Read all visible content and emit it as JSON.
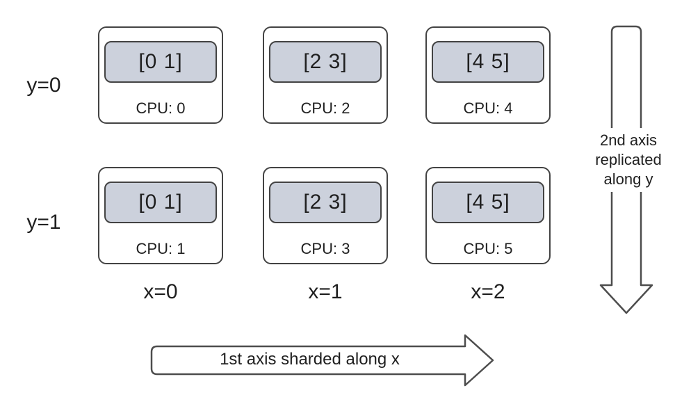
{
  "diagram": {
    "grid": {
      "rows": [
        {
          "label": "y=0",
          "cells": [
            {
              "shard": "[0 1]",
              "cpu": "CPU: 0"
            },
            {
              "shard": "[2 3]",
              "cpu": "CPU: 2"
            },
            {
              "shard": "[4 5]",
              "cpu": "CPU: 4"
            }
          ]
        },
        {
          "label": "y=1",
          "cells": [
            {
              "shard": "[0 1]",
              "cpu": "CPU: 1"
            },
            {
              "shard": "[2 3]",
              "cpu": "CPU: 3"
            },
            {
              "shard": "[4 5]",
              "cpu": "CPU: 5"
            }
          ]
        }
      ],
      "col_labels": [
        "x=0",
        "x=1",
        "x=2"
      ]
    },
    "annotations": {
      "x_arrow_label": "1st axis sharded along x",
      "y_arrow_label_lines": [
        "2nd axis",
        "replicated",
        "along y"
      ]
    }
  },
  "colors": {
    "background": "#ffffff",
    "shard_fill": "#ccd1dc",
    "box_border": "#434343",
    "arrow_stroke": "#4d4d4d",
    "text": "#1f1f1f"
  }
}
